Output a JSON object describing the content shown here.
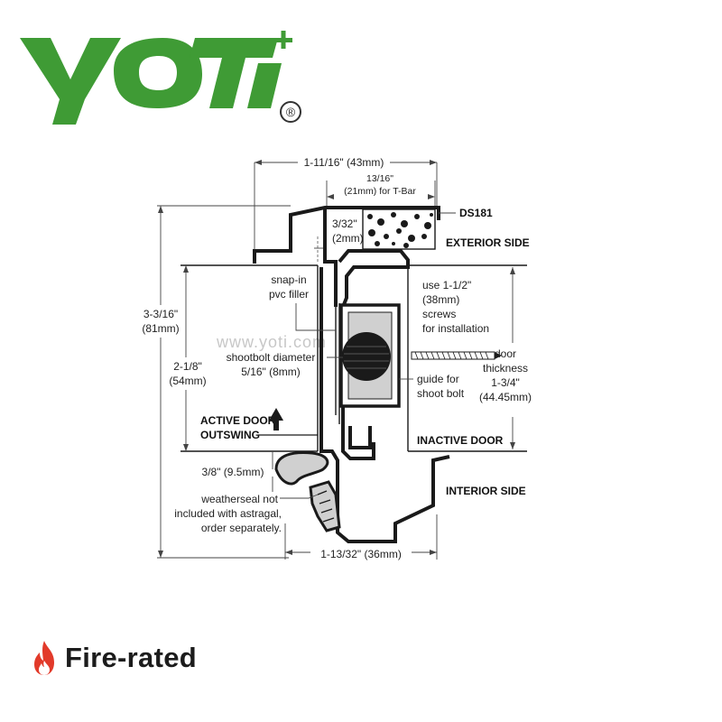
{
  "brand": {
    "name": "YOTI",
    "registered_mark": "®",
    "color": "#3f9b35",
    "tagline": "Fire-rated",
    "flame_color": "#e23a2a"
  },
  "watermark": "www.yoti.com",
  "diagram": {
    "product_code": "DS181",
    "labels": {
      "exterior_side": "EXTERIOR SIDE",
      "interior_side": "INTERIOR SIDE",
      "inactive_door": "INACTIVE DOOR",
      "active_door_line1": "ACTIVE DOOR",
      "active_door_line2": "OUTSWING",
      "snap_in_line1": "snap-in",
      "snap_in_line2": "pvc filler",
      "shootbolt_line1": "shootbolt diameter",
      "shootbolt_line2": "5/16\" (8mm)",
      "screws_line1": "use 1-1/2\"",
      "screws_line2": "(38mm)",
      "screws_line3": "screws",
      "screws_line4": "for installation",
      "guide_line1": "guide for",
      "guide_line2": "shoot bolt",
      "door_thickness_line1": "door",
      "door_thickness_line2": "thickness",
      "door_thickness_line3": "1-3/4\"",
      "door_thickness_line4": "(44.45mm)",
      "weatherseal_line1": "weatherseal not",
      "weatherseal_line2": "included with astragal,",
      "weatherseal_line3": "order separately."
    },
    "dimensions": {
      "top_width": "1-11/16\" (43mm)",
      "tbar_line1": "13/16\"",
      "tbar_line2": "(21mm) for T-Bar",
      "gap_line1": "3/32\"",
      "gap_line2": "(2mm)",
      "overall_height_line1": "3-3/16\"",
      "overall_height_line2": "(81mm)",
      "inner_height_line1": "2-1/8\"",
      "inner_height_line2": "(54mm)",
      "seal_offset": "3/8\" (9.5mm)",
      "bottom_width": "1-13/32\" (36mm)"
    }
  }
}
